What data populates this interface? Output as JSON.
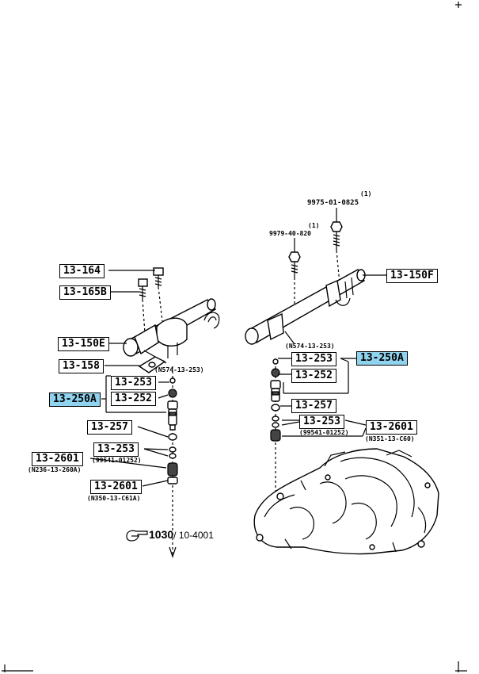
{
  "labels": {
    "l_13_164": "13-164",
    "l_13_165b": "13-165B",
    "l_13_150e": "13-150E",
    "l_13_158": "13-158",
    "l_13_253_left": "13-253",
    "l_13_250a_left": "13-250A",
    "l_13_252_left": "13-252",
    "l_13_257_left": "13-257",
    "l_13_253_left2": "13-253",
    "l_13_2601_left": "13-2601",
    "l_13_2601_left2": "13-2601",
    "l_13_150f": "13-150F",
    "l_13_250a_right": "13-250A",
    "l_13_253_right": "13-253",
    "l_13_252_right": "13-252",
    "l_13_257_right": "13-257",
    "l_13_253_right2": "13-253",
    "l_13_2601_right": "13-2601"
  },
  "small": {
    "n_n574_left": "(N574-13-253)",
    "n_99541_left": "(99541-01252)",
    "n_n236": "(N236-13-260A)",
    "n_n350": "(N350-13-C61A)",
    "n_n574_right": "(N574-13-253)",
    "n_99541_right": "(99541-01252)",
    "n_n351": "(N351-13-C60)",
    "q1_a": "(1)",
    "p_9975": "9975-01-0825",
    "q1_b": "(1)",
    "p_9979": "9979-40-820"
  },
  "reference": {
    "page": "1030",
    "sub": "/ 10-4001"
  },
  "icons": {
    "reference": "hand-pointer-icon"
  }
}
